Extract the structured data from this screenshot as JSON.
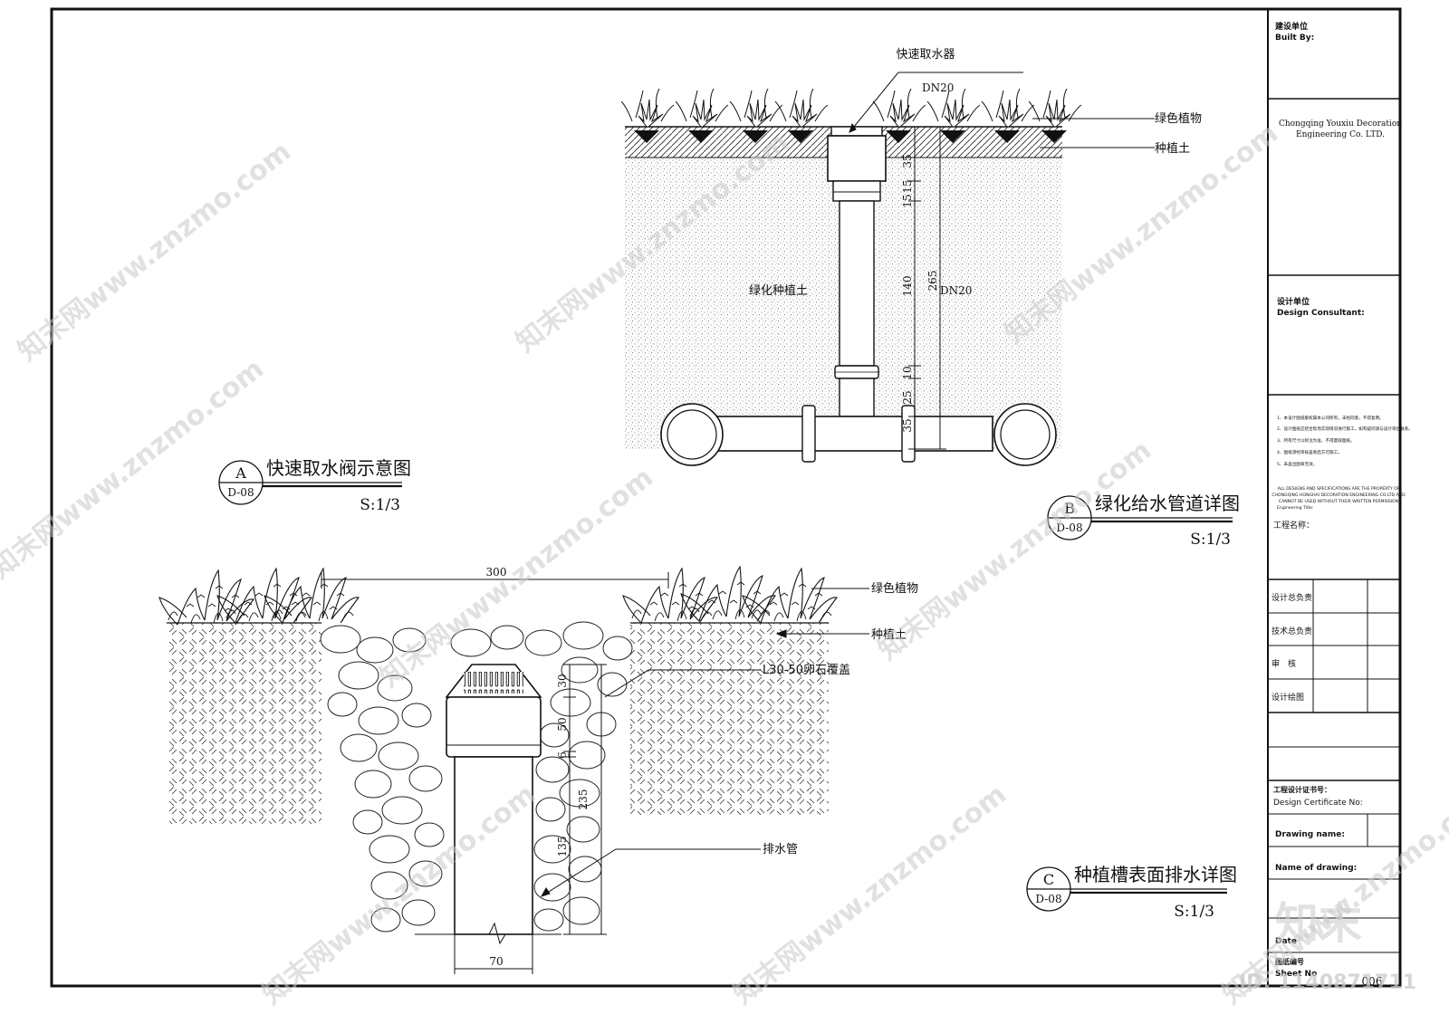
{
  "title_block": {
    "built_by_cn": "建设单位",
    "built_by_en": "Built By:",
    "company_en_1": "Chongqing Youxiu Decoration",
    "company_en_2": "Engineering Co. LTD.",
    "design_consultant_cn": "设计单位",
    "design_consultant_en": "Design Consultant:",
    "notes": [
      "1、本设计图纸版权属本公司所有，未经同意，不得复用。",
      "2、设计图纸应结合现场实际情况进行施工，如有疑问请与设计单位联系。",
      "3、所有尺寸以标注为准，不得量取图纸。",
      "4、图纸须经审核盖章后方可施工。",
      "5、未盖出图章无效。"
    ],
    "copyright_1": "ALL DESIGNS AND SPECIFICATIONS ARE THE PROPERTY OF",
    "copyright_2": "CHONGQING HONGHAI DECORATION ENGINEERING CO.LTD AND",
    "copyright_3": "CANNOT BE USED WITHOUT THEIR WRITTEN PERMISSION",
    "engineering_title": "Engineering Title:",
    "project_name_cn": "工程名称：",
    "roles": [
      "设计总负责",
      "技术总负责",
      "审　核",
      "设计绘图"
    ],
    "design_cert_cn": "工程设计证书号：",
    "design_cert_en": "Design Certificate No:",
    "drawing_name_en": "Drawing name:",
    "name_of_drawing_en": "Name of drawing:",
    "date_label": "Date",
    "sheet_no_cn": "图纸编号",
    "sheet_no_en": "Sheet No",
    "sheet_no_value": "006"
  },
  "details": {
    "a": {
      "letter": "A",
      "ref": "D-08",
      "title": "快速取水阀示意图",
      "scale": "S:1/3"
    },
    "b": {
      "letter": "B",
      "ref": "D-08",
      "title": "绿化给水管道详图",
      "scale": "S:1/3"
    },
    "c": {
      "letter": "C",
      "ref": "D-08",
      "title": "种植槽表面排水详图",
      "scale": "S:1/3"
    }
  },
  "labels_top": {
    "quick_valve": "快速取水器",
    "dn20_top": "DN20",
    "green_plants": "绿色植物",
    "planting_soil": "种植土",
    "greening_soil": "绿化种植土",
    "dn20_side": "DN20",
    "dims": [
      "35",
      "15",
      "15",
      "140",
      "10",
      "25",
      "35",
      "265"
    ]
  },
  "labels_bottom": {
    "width_300": "300",
    "green_plants": "绿色植物",
    "planting_soil": "种植土",
    "pebble_cover": "L30-50卵石覆盖",
    "drain_pipe": "排水管",
    "width_70": "70",
    "dims": [
      "30",
      "50",
      "6",
      "135",
      "235"
    ]
  },
  "watermark": {
    "site": "知末网www.znzmo.com",
    "logo": "知末",
    "id": "ID: 1140871711"
  }
}
